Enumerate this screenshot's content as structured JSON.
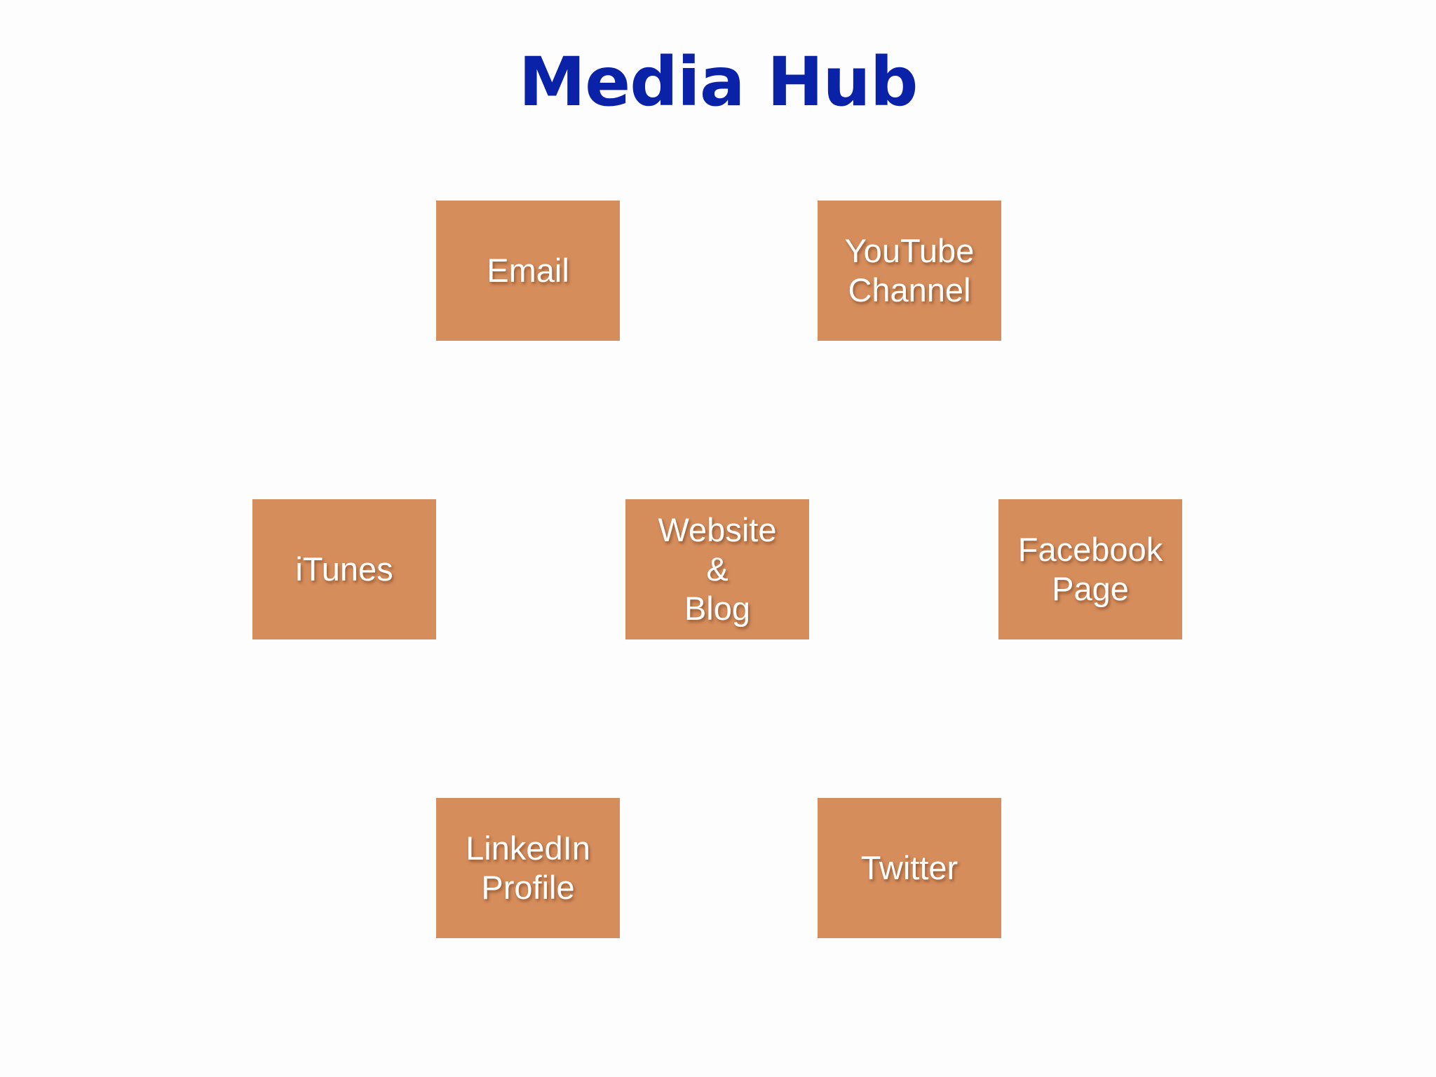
{
  "title": "Media Hub",
  "colors": {
    "title": "#0a22a8",
    "box_fill": "#d68d5c",
    "box_text": "#ffffff",
    "background": "#fdfdfd"
  },
  "nodes": {
    "email": "Email",
    "youtube": "YouTube\nChannel",
    "itunes": "iTunes",
    "website": "Website\n&\nBlog",
    "facebook": "Facebook\nPage",
    "linkedin": "LinkedIn\nProfile",
    "twitter": "Twitter"
  }
}
